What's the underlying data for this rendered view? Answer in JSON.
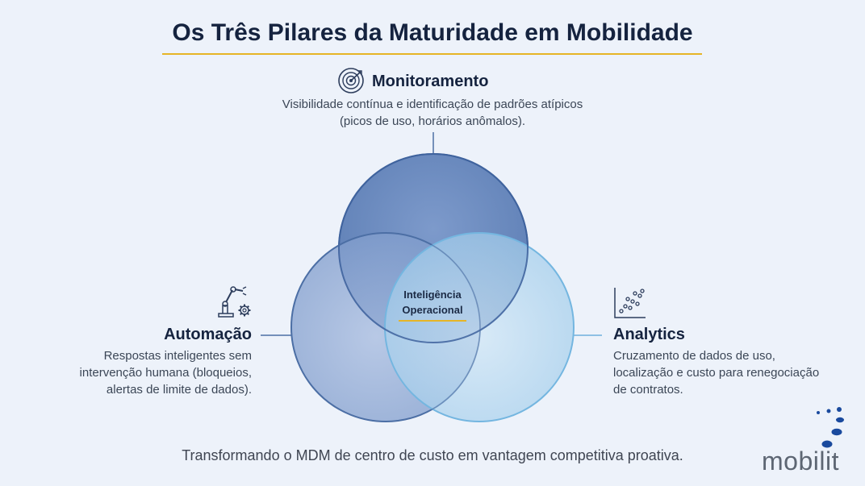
{
  "title": "Os Três Pilares da Maturidade em Mobilidade",
  "pillars": {
    "monitoramento": {
      "title": "Monitoramento",
      "description": "Visibilidade contínua e identificação de padrões atípicos (picos de uso, horários anômalos).",
      "icon": "radar-target-icon"
    },
    "automacao": {
      "title": "Automação",
      "description": "Respostas inteligentes sem intervenção humana (bloqueios, alertas de limite de dados).",
      "icon": "robot-arm-gear-icon"
    },
    "analytics": {
      "title": "Analytics",
      "description": "Cruzamento de dados de uso, localização e custo para renegociação de contratos.",
      "icon": "scatter-plot-icon"
    }
  },
  "center": {
    "line1": "Inteligência",
    "line2": "Operacional"
  },
  "footer": "Transformando o MDM de centro de custo em vantagem competitiva proativa.",
  "brand": "mobilit",
  "colors": {
    "background": "#edf2fa",
    "circle_top": "#5f82b8",
    "circle_left": "#7e9ccc",
    "circle_right": "#9fcbea",
    "accent": "#e6b526",
    "text_dark": "#15233f"
  }
}
